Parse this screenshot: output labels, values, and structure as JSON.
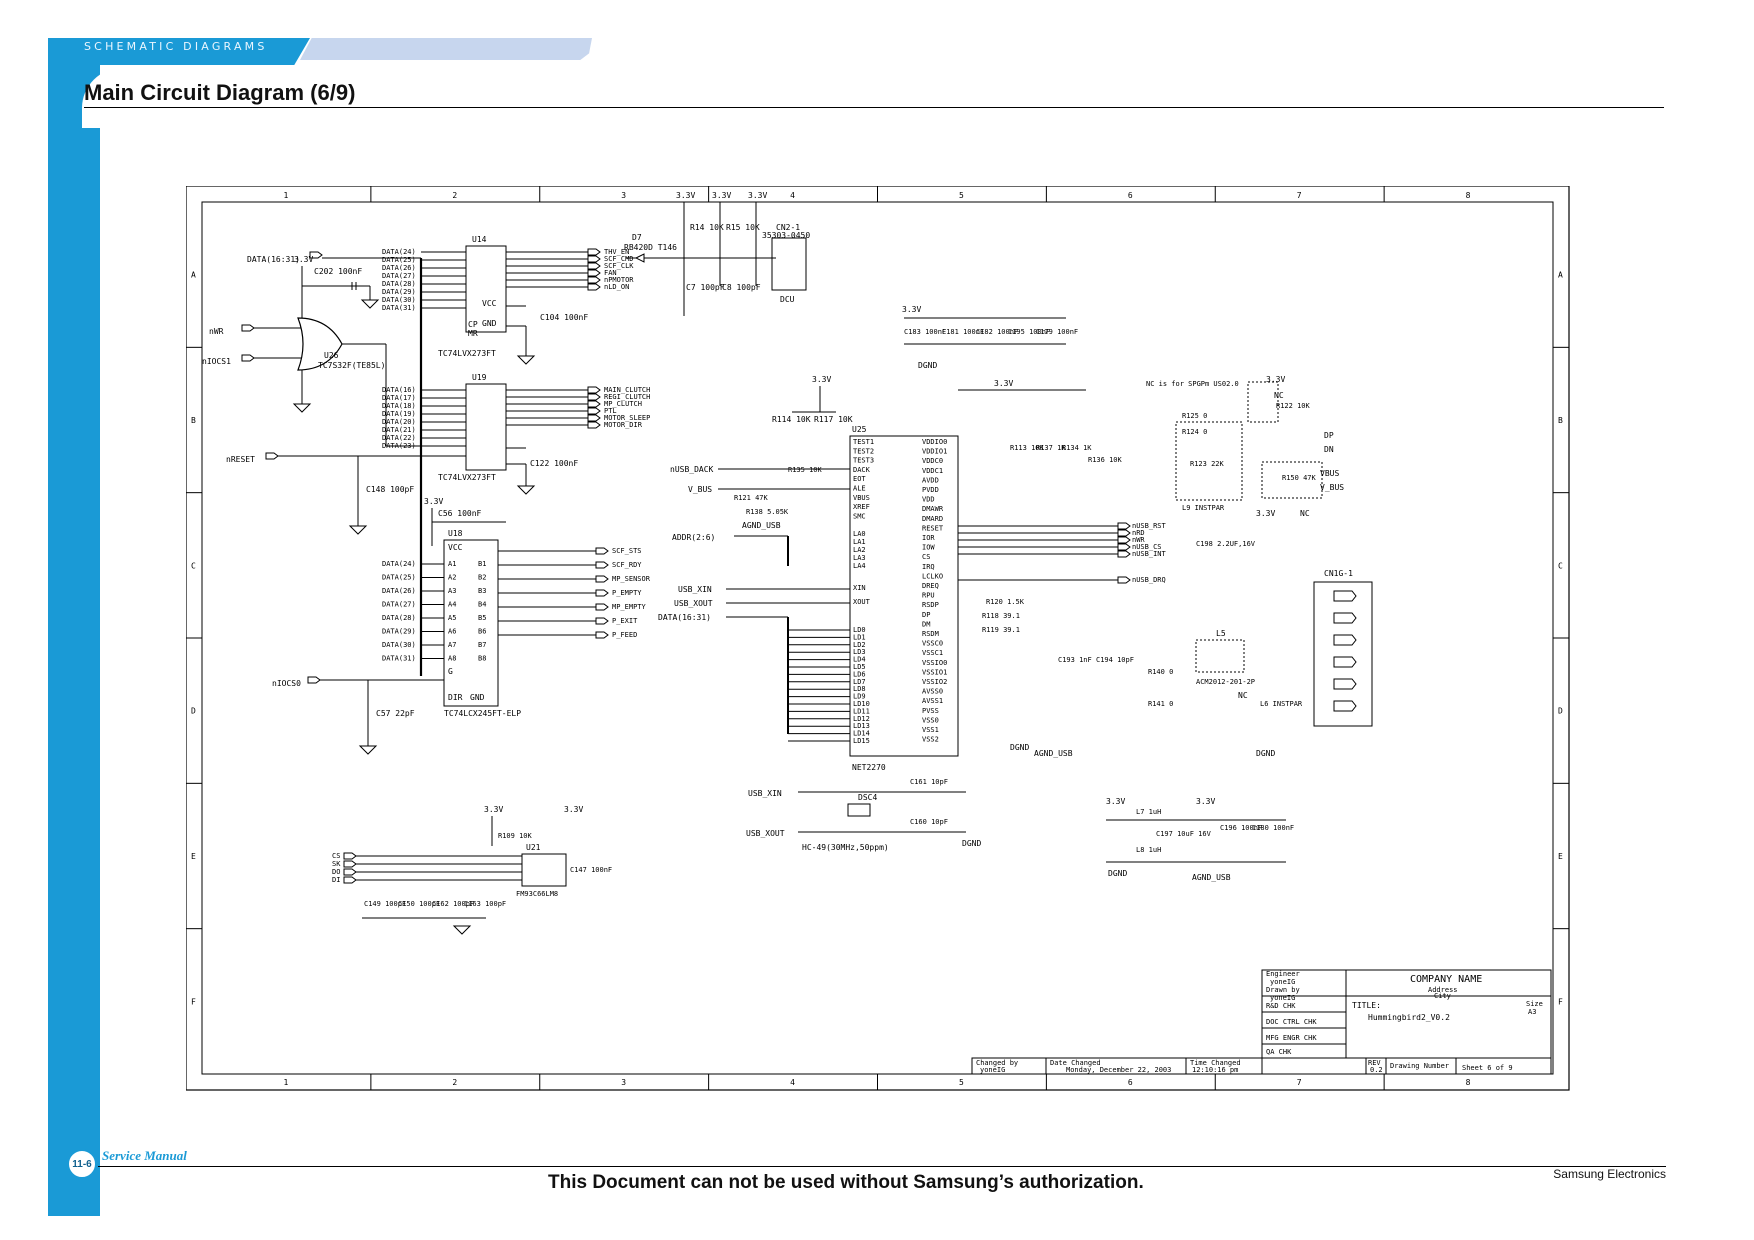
{
  "header": {
    "section": "SCHEMATIC DIAGRAMS",
    "title": "Main Circuit Diagram (6/9)"
  },
  "footer": {
    "page_number": "11-6",
    "manual": "Service Manual",
    "notice": "This Document can not be used without Samsung’s authorization.",
    "brand": "Samsung Electronics"
  },
  "schematic": {
    "columns": [
      "1",
      "2",
      "3",
      "4",
      "5",
      "6",
      "7",
      "8"
    ],
    "rows": [
      "A",
      "B",
      "C",
      "D",
      "E",
      "F"
    ],
    "rails": {
      "v33": "3.3V",
      "dgnd": "DGND",
      "agnd_usb": "AGND_USB"
    },
    "inputs": {
      "data_bus": "DATA(16:31)",
      "nwr": "nWR",
      "niocs1": "nIOCS1",
      "nreset": "nRESET",
      "niocs0": "nIOCS0",
      "nusb_dack": "nUSB_DACK",
      "v_bus": "V_BUS",
      "addr_bus": "ADDR(2:6)",
      "usb_xin": "USB_XIN",
      "usb_xout": "USB_XOUT",
      "data_bus_2": "DATA(16:31)",
      "eeprom_pins": [
        "CS",
        "SK",
        "DO",
        "DI"
      ]
    },
    "u14": {
      "ref": "U14",
      "part": "TC74LVX273FT",
      "inputs": [
        "DATA(24)",
        "DATA(25)",
        "DATA(26)",
        "DATA(27)",
        "DATA(28)",
        "DATA(29)",
        "DATA(30)",
        "DATA(31)"
      ],
      "outputs": [
        "THV_EN",
        "SCF_CMD",
        "SCF_CLK",
        "FAN",
        "nPMOTOR",
        "nLD_ON"
      ]
    },
    "u19": {
      "ref": "U19",
      "part": "TC74LVX273FT",
      "inputs": [
        "DATA(16)",
        "DATA(17)",
        "DATA(18)",
        "DATA(19)",
        "DATA(20)",
        "DATA(21)",
        "DATA(22)",
        "DATA(23)"
      ],
      "outputs": [
        "MAIN_CLUTCH",
        "REGI_CLUTCH",
        "MP_CLUTCH",
        "PTL",
        "MOTOR_SLEEP",
        "MOTOR_DIR"
      ]
    },
    "u18": {
      "ref": "U18",
      "part": "TC74LCX245FT-ELP",
      "pins_a": [
        "A1",
        "A2",
        "A3",
        "A4",
        "A5",
        "A6",
        "A7",
        "A8"
      ],
      "pins_b": [
        "B1",
        "B2",
        "B3",
        "B4",
        "B5",
        "B6",
        "B7",
        "B8"
      ],
      "inputs": [
        "DATA(24)",
        "DATA(25)",
        "DATA(26)",
        "DATA(27)",
        "DATA(28)",
        "DATA(29)",
        "DATA(30)",
        "DATA(31)"
      ],
      "outputs": [
        "SCF_STS",
        "SCF_RDY",
        "MP_SENSOR",
        "P_EMPTY",
        "MP_EMPTY",
        "P_EXIT",
        "P_FEED"
      ]
    },
    "u25": {
      "ref": "U25",
      "part": "NET2270",
      "left_pins": [
        "TEST1",
        "TEST2",
        "TEST3",
        "DACK",
        "EOT",
        "ALE",
        "VBUS",
        "XREF",
        "SMC",
        "LA0",
        "LA1",
        "LA2",
        "LA3",
        "LA4",
        "XIN",
        "XOUT"
      ],
      "data_pins": [
        "LD0",
        "LD1",
        "LD2",
        "LD3",
        "LD4",
        "LD5",
        "LD6",
        "LD7",
        "LD8",
        "LD9",
        "LD10",
        "LD11",
        "LD12",
        "LD13",
        "LD14",
        "LD15"
      ],
      "right_pins": [
        "VDDIO0",
        "VDDIO1",
        "VDDC0",
        "VDDC1",
        "AVDD",
        "PVDD",
        "VDD",
        "DMAWR",
        "DMARD",
        "RESET",
        "IOR",
        "IOW",
        "CS",
        "IRQ",
        "LCLKO",
        "DREQ",
        "RPU",
        "RSDP",
        "DP",
        "DM",
        "RSDM",
        "VSSC0",
        "VSSC1",
        "VSSIO0",
        "VSSIO1",
        "VSSIO2",
        "AVSS0",
        "AVSS1",
        "PVSS",
        "VSS0",
        "VSS1",
        "VSS2"
      ],
      "outputs": [
        "nUSB_RST",
        "nRD",
        "nWR",
        "nUSB_CS",
        "nUSB_INT",
        "nUSB_DRQ"
      ]
    },
    "u26": {
      "ref": "U26",
      "part": "TC7S32F(TE85L)"
    },
    "u21": {
      "ref": "U21",
      "part": "FM93C66LM8"
    },
    "cn2": {
      "ref": "CN2-1",
      "part": "35303-0450",
      "name": "DCU"
    },
    "cn1": {
      "ref": "CN1G-1"
    },
    "d7": {
      "ref": "D7",
      "part": "RB420D T146"
    },
    "resistors": [
      "R14 10K",
      "R15 10K",
      "R114 10K",
      "R117 10K",
      "R135 10K",
      "R121 47K",
      "R138 5.05K",
      "R113 10K",
      "R137 1K",
      "R134 1K",
      "R136 10K",
      "R120 1.5K",
      "R118 39.1",
      "R119 39.1",
      "R125 0",
      "R124 0",
      "R123 22K",
      "R122 10K",
      "R150 47K",
      "R140 0",
      "R141 0",
      "R109 10K"
    ],
    "capacitors": [
      "C202 100nF",
      "C7 100pF",
      "C8 100pF",
      "C104 100nF",
      "C122 100nF",
      "C148 100pF",
      "C56 100nF",
      "C57 22pF",
      "C183 100nF",
      "C181 100nF",
      "C182 100nF",
      "C195 100nF",
      "C179 100nF",
      "C193 1nF",
      "C194 10pF",
      "C198 2.2UF,16V",
      "C161 10pF",
      "C160 10pF",
      "C197 10uF 16V",
      "C196 100nF",
      "C180 100nF",
      "C149 100pF",
      "C150 100pF",
      "C162 100pF",
      "C163 100pF",
      "C147 100nF"
    ],
    "inductors": [
      "L5",
      "L6 INSTPAR",
      "L7 1uH",
      "L8 1uH",
      "L9 INSTPAR"
    ],
    "crystal": {
      "ref": "DSC4",
      "part": "HC-49(30MHz,50ppm)"
    },
    "choke": "ACM2012-201-2P",
    "notes": [
      "NC is for SPGPm US02.0",
      "NC"
    ],
    "title_block": {
      "company": "COMPANY NAME",
      "address": "Address",
      "city": "City",
      "title_label": "TITLE:",
      "title": "Hummingbird2_V0.2",
      "size_label": "Size",
      "size": "A3",
      "engineer": "Engineer",
      "engineer_name": "yoneIG",
      "drawn_by": "Drawn by",
      "drawn_by_name": "yoneIG",
      "rd_chk": "R&D CHK",
      "doc_ctrl": "DOC CTRL CHK",
      "mfg_engr": "MFG ENGR CHK",
      "qa_chk": "QA CHK",
      "changed_by": "Changed by",
      "changed_by_name": "yoneIG",
      "date_changed": "Date Changed",
      "date": "Monday, December 22, 2003",
      "time_changed": "Time Changed",
      "time": "12:10:16 pm",
      "rev_label": "REV",
      "rev": "0.2",
      "drawing_number": "Drawing Number",
      "sheet": "Sheet 6   of  9"
    }
  }
}
